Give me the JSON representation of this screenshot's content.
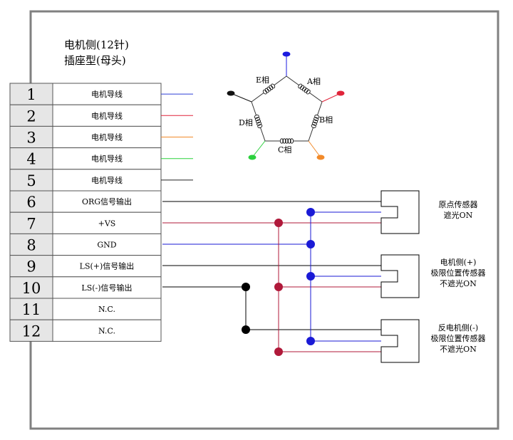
{
  "title": {
    "line1": "电机侧(12针)",
    "line2": "插座型(母头)"
  },
  "pins": [
    {
      "num": "1",
      "label": "电机导线",
      "wire_color": "#2e3fd6"
    },
    {
      "num": "2",
      "label": "电机导线",
      "wire_color": "#e0243a"
    },
    {
      "num": "3",
      "label": "电机导线",
      "wire_color": "#f28a2a"
    },
    {
      "num": "4",
      "label": "电机导线",
      "wire_color": "#2bd13d"
    },
    {
      "num": "5",
      "label": "电机导线",
      "wire_color": "#222222"
    },
    {
      "num": "6",
      "label": "ORG信号输出",
      "wire_color": "#000000"
    },
    {
      "num": "7",
      "label": "+VS",
      "wire_color": "#b0193a"
    },
    {
      "num": "8",
      "label": "GND",
      "wire_color": "#1a1ad6"
    },
    {
      "num": "9",
      "label": "LS(+)信号输出",
      "wire_color": "#000000"
    },
    {
      "num": "10",
      "label": "LS(-)信号输出",
      "wire_color": "#000000"
    },
    {
      "num": "11",
      "label": "N.C.",
      "wire_color": ""
    },
    {
      "num": "12",
      "label": "N.C.",
      "wire_color": ""
    }
  ],
  "motor": {
    "phases": [
      {
        "label": "A相"
      },
      {
        "label": "B相"
      },
      {
        "label": "C相"
      },
      {
        "label": "D相"
      },
      {
        "label": "E相"
      }
    ],
    "lead_colors": {
      "top": "#1b1be0",
      "right": "#e0243a",
      "bottom_right": "#f28a2a",
      "bottom_left": "#2bd13d",
      "left": "#111111"
    }
  },
  "sensors": [
    {
      "lines": [
        "原点传感器",
        "遮光ON"
      ]
    },
    {
      "lines": [
        "电机侧(+)",
        "极限位置传感器",
        "不遮光ON"
      ]
    },
    {
      "lines": [
        "反电机侧(-)",
        "极限位置传感器",
        "不遮光ON"
      ]
    }
  ],
  "colors": {
    "frame": "#808080",
    "grid": "#555555",
    "cell_fill": "#e6e6e6",
    "vs": "#b0193a",
    "gnd": "#1a1ad6",
    "ls_minus": "#000000"
  }
}
